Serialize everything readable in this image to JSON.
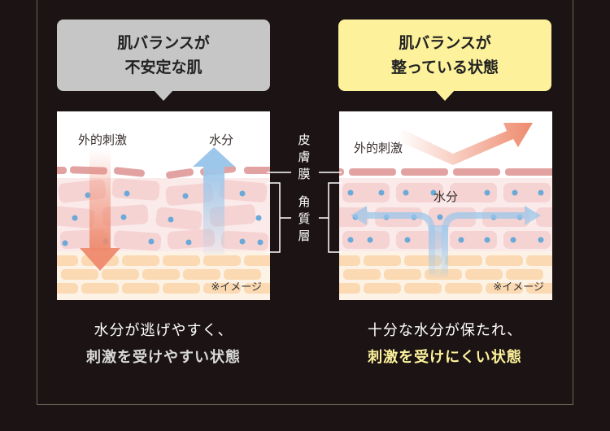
{
  "left": {
    "bubble_line1": "肌バランスが",
    "bubble_line2": "不安定な肌",
    "stimulus_label": "外的刺激",
    "water_label": "水分",
    "note": "※イメージ",
    "caption_line1": "水分が逃げやすく、",
    "caption_line2": "刺激を受けやすい状態"
  },
  "right": {
    "bubble_line1": "肌バランスが",
    "bubble_line2": "整っている状態",
    "stimulus_label": "外的刺激",
    "water_label": "水分",
    "note": "※イメージ",
    "caption_line1": "十分な水分が保たれ、",
    "caption_line2": "刺激を受けにくい状態"
  },
  "layers": {
    "sebum_membrane": [
      "皮",
      "膚",
      "膜"
    ],
    "stratum_corneum": [
      "角",
      "質",
      "層"
    ]
  },
  "colors": {
    "background": "#1c1414",
    "left_bubble": "#c6c6c6",
    "right_bubble": "#fdf29b",
    "highlight_text": "#fdf29b",
    "membrane": "#e3a2a2",
    "corneum_cell": "#f6d3d3",
    "lower_cell": "#fbd9b2",
    "water_dot": "#6aa9d8",
    "stimulus_arrow": "#ee8a6e",
    "water_arrow": "#9cc7ea"
  }
}
